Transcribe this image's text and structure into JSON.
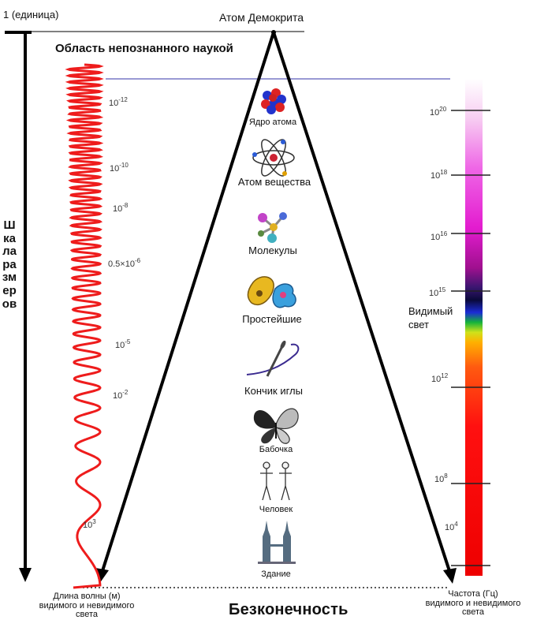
{
  "header": {
    "unit_label": "1 (единица)",
    "atom_democritus": "Атом Демокрита",
    "unknown_region": "Область непознанного наукой"
  },
  "size_scale_title": "Шкала размеров",
  "wavelength": {
    "exponents": [
      "10^-12",
      "10^-10",
      "10^-8",
      "0.5×10^-6",
      "10^-5",
      "10^-2",
      "10^3"
    ],
    "axis_label_line1": "Длина волны (м)",
    "axis_label_line2": "видимого и невидимого",
    "axis_label_line3": "света"
  },
  "objects": [
    {
      "label": "Ядро атома",
      "icon": "atomic-nucleus-icon"
    },
    {
      "label": "Атом вещества",
      "icon": "atom-icon"
    },
    {
      "label": "Молекулы",
      "icon": "molecule-icon"
    },
    {
      "label": "Простейшие",
      "icon": "protozoa-icon"
    },
    {
      "label": "Кончик иглы",
      "icon": "needle-icon"
    },
    {
      "label": "Бабочка",
      "icon": "butterfly-icon"
    },
    {
      "label": "Человек",
      "icon": "human-figures-icon"
    },
    {
      "label": "Здание",
      "icon": "towers-icon"
    }
  ],
  "frequency": {
    "exponents": [
      "10^20",
      "10^18",
      "10^16",
      "10^15",
      "10^12",
      "10^8",
      "10^4"
    ],
    "visible_label_line1": "Видимый",
    "visible_label_line2": "свет",
    "axis_label_line1": "Частота (Гц)",
    "axis_label_line2": "видимого и невидимого",
    "axis_label_line3": "света"
  },
  "footer": {
    "infinity": "Безконечность"
  },
  "colors": {
    "wave": "#ee1c1c",
    "line": "#000000",
    "guide": "#3333aa"
  }
}
